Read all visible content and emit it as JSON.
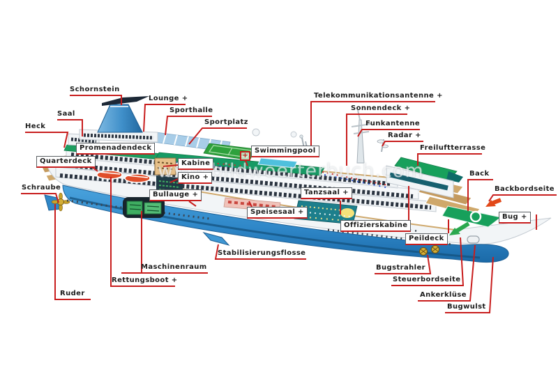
{
  "watermark": {
    "text": "www.bildwoerterbuch.com"
  },
  "hotspot": {
    "plus_symbol": "+"
  },
  "colors": {
    "leader_red": "#c81d1d",
    "hull_blue": "#2f87c8",
    "deck_green": "#17a05b",
    "wood_tan": "#cfa86b",
    "funnel_blue": "#3f8fc9",
    "port_arrow_red": "#e24818",
    "starboard_arrow_green": "#2aa84e"
  },
  "labels": {
    "schornstein": "Schornstein",
    "saal": "Saal",
    "heck": "Heck",
    "lounge": "Lounge +",
    "sporthalle": "Sporthalle",
    "sportplatz": "Sportplatz",
    "promenadendeck": "Promenadendeck",
    "quarterdeck": "Quarterdeck",
    "schraube": "Schraube",
    "kabine": "Kabine",
    "kino": "Kino +",
    "bullauge": "Bullauge +",
    "swimmingpool": "Swimmingpool",
    "telekommunikationsantenne": "Telekommunikationsantenne +",
    "sonnendeck": "Sonnendeck +",
    "funkantenne": "Funkantenne",
    "radar": "Radar +",
    "freiluftterrasse": "Freiluftterrasse",
    "back": "Back",
    "backbordseite": "Backbordseite",
    "bug": "Bug +",
    "tanzsaal": "Tanzsaal +",
    "speisesaal": "Speisesaal +",
    "offizierskabine": "Offizierskabine",
    "peildeck": "Peildeck",
    "bugstrahler": "Bugstrahler",
    "steuerbordseite": "Steuerbordseite",
    "ankerkluese": "Ankerklüse",
    "bugwulst": "Bugwulst",
    "ruder": "Ruder",
    "rettungsboot": "Rettungsboot +",
    "maschinenraum": "Maschinenraum",
    "stabilisierungsflosse": "Stabilisierungsflosse"
  }
}
